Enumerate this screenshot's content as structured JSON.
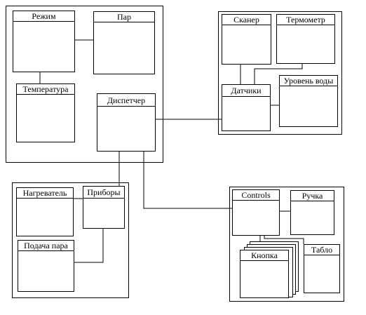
{
  "classes": {
    "rezhim": "Режим",
    "par": "Пар",
    "temperatura": "Температура",
    "dispetcher": "Диспетчер",
    "skaner": "Сканер",
    "termometr": "Термометр",
    "datchiki": "Датчики",
    "uroven_vody": "Уровень воды",
    "nagrevatel": "Нагреватель",
    "pribory": "Приборы",
    "podacha_para": "Подача пара",
    "controls": "Controls",
    "ruchka": "Ручка",
    "knopka": "Кнопка",
    "tablo": "Табло"
  }
}
